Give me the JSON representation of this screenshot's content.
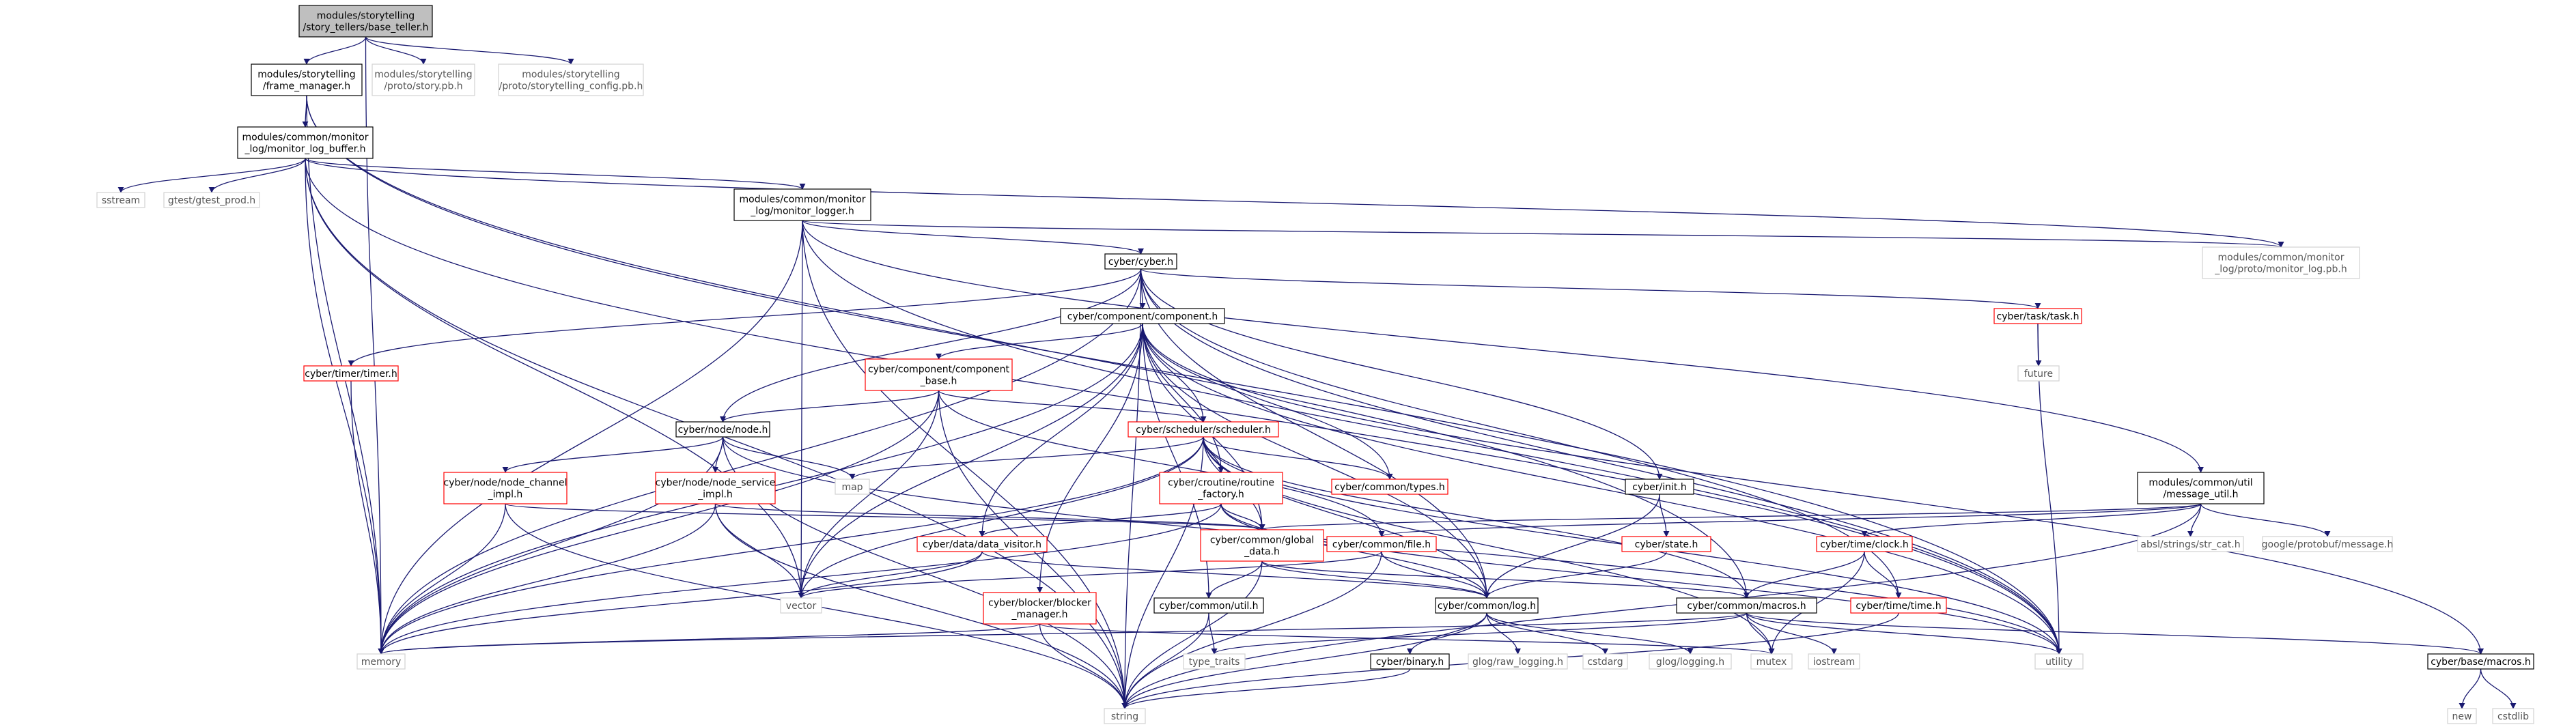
{
  "colors": {
    "edge": "#191970",
    "root_fill": "#bfbfbf",
    "root_stroke": "#000000",
    "documented_stroke": "#000000",
    "undocumented_stroke": "#ff0000",
    "external_stroke": "#d3d3d3",
    "external_text": "#555555",
    "text": "#000000"
  },
  "nodes": [
    {
      "id": "base_teller",
      "lines": [
        "modules/storytelling",
        "/story_tellers/base_teller.h"
      ],
      "kind": "root"
    },
    {
      "id": "frame_manager",
      "lines": [
        "modules/storytelling",
        "/frame_manager.h"
      ],
      "kind": "documented"
    },
    {
      "id": "story_pb",
      "lines": [
        "modules/storytelling",
        "/proto/story.pb.h"
      ],
      "kind": "external"
    },
    {
      "id": "storytelling_config_pb",
      "lines": [
        "modules/storytelling",
        "/proto/storytelling_config.pb.h"
      ],
      "kind": "external"
    },
    {
      "id": "monitor_log_buffer",
      "lines": [
        "modules/common/monitor",
        "_log/monitor_log_buffer.h"
      ],
      "kind": "documented"
    },
    {
      "id": "sstream",
      "lines": [
        "sstream"
      ],
      "kind": "external"
    },
    {
      "id": "gtest_prod",
      "lines": [
        "gtest/gtest_prod.h"
      ],
      "kind": "external"
    },
    {
      "id": "monitor_logger",
      "lines": [
        "modules/common/monitor",
        "_log/monitor_logger.h"
      ],
      "kind": "documented"
    },
    {
      "id": "monitor_log_pb",
      "lines": [
        "modules/common/monitor",
        "_log/proto/monitor_log.pb.h"
      ],
      "kind": "external"
    },
    {
      "id": "cyber_h",
      "lines": [
        "cyber/cyber.h"
      ],
      "kind": "documented"
    },
    {
      "id": "component",
      "lines": [
        "cyber/component/component.h"
      ],
      "kind": "documented"
    },
    {
      "id": "task",
      "lines": [
        "cyber/task/task.h"
      ],
      "kind": "undocumented"
    },
    {
      "id": "future",
      "lines": [
        "future"
      ],
      "kind": "external"
    },
    {
      "id": "timer",
      "lines": [
        "cyber/timer/timer.h"
      ],
      "kind": "undocumented"
    },
    {
      "id": "component_base",
      "lines": [
        "cyber/component/component",
        "_base.h"
      ],
      "kind": "undocumented"
    },
    {
      "id": "node",
      "lines": [
        "cyber/node/node.h"
      ],
      "kind": "documented"
    },
    {
      "id": "scheduler",
      "lines": [
        "cyber/scheduler/scheduler.h"
      ],
      "kind": "undocumented"
    },
    {
      "id": "init",
      "lines": [
        "cyber/init.h"
      ],
      "kind": "documented"
    },
    {
      "id": "message_util",
      "lines": [
        "modules/common/util",
        "/message_util.h"
      ],
      "kind": "documented"
    },
    {
      "id": "map",
      "lines": [
        "map"
      ],
      "kind": "external"
    },
    {
      "id": "types",
      "lines": [
        "cyber/common/types.h"
      ],
      "kind": "undocumented"
    },
    {
      "id": "node_channel_impl",
      "lines": [
        "cyber/node/node_channel",
        "_impl.h"
      ],
      "kind": "undocumented"
    },
    {
      "id": "node_service_impl",
      "lines": [
        "cyber/node/node_service",
        "_impl.h"
      ],
      "kind": "undocumented"
    },
    {
      "id": "routine_factory",
      "lines": [
        "cyber/croutine/routine",
        "_factory.h"
      ],
      "kind": "undocumented"
    },
    {
      "id": "state",
      "lines": [
        "cyber/state.h"
      ],
      "kind": "undocumented"
    },
    {
      "id": "str_cat",
      "lines": [
        "absl/strings/str_cat.h"
      ],
      "kind": "external"
    },
    {
      "id": "protobuf_message",
      "lines": [
        "google/protobuf/message.h"
      ],
      "kind": "external"
    },
    {
      "id": "clock",
      "lines": [
        "cyber/time/clock.h"
      ],
      "kind": "undocumented"
    },
    {
      "id": "data_visitor",
      "lines": [
        "cyber/data/data_visitor.h"
      ],
      "kind": "undocumented"
    },
    {
      "id": "global_data",
      "lines": [
        "cyber/common/global",
        "_data.h"
      ],
      "kind": "undocumented"
    },
    {
      "id": "file",
      "lines": [
        "cyber/common/file.h"
      ],
      "kind": "undocumented"
    },
    {
      "id": "vector",
      "lines": [
        "vector"
      ],
      "kind": "external"
    },
    {
      "id": "blocker_manager",
      "lines": [
        "cyber/blocker/blocker",
        "_manager.h"
      ],
      "kind": "undocumented"
    },
    {
      "id": "util",
      "lines": [
        "cyber/common/util.h"
      ],
      "kind": "documented"
    },
    {
      "id": "log",
      "lines": [
        "cyber/common/log.h"
      ],
      "kind": "documented"
    },
    {
      "id": "macros",
      "lines": [
        "cyber/common/macros.h"
      ],
      "kind": "documented"
    },
    {
      "id": "time",
      "lines": [
        "cyber/time/time.h"
      ],
      "kind": "undocumented"
    },
    {
      "id": "memory",
      "lines": [
        "memory"
      ],
      "kind": "external"
    },
    {
      "id": "type_traits",
      "lines": [
        "type_traits"
      ],
      "kind": "external"
    },
    {
      "id": "binary",
      "lines": [
        "cyber/binary.h"
      ],
      "kind": "documented"
    },
    {
      "id": "raw_logging",
      "lines": [
        "glog/raw_logging.h"
      ],
      "kind": "external"
    },
    {
      "id": "cstdarg",
      "lines": [
        "cstdarg"
      ],
      "kind": "external"
    },
    {
      "id": "glog_logging",
      "lines": [
        "glog/logging.h"
      ],
      "kind": "external"
    },
    {
      "id": "mutex",
      "lines": [
        "mutex"
      ],
      "kind": "external"
    },
    {
      "id": "iostream",
      "lines": [
        "iostream"
      ],
      "kind": "external"
    },
    {
      "id": "utility",
      "lines": [
        "utility"
      ],
      "kind": "external"
    },
    {
      "id": "base_macros",
      "lines": [
        "cyber/base/macros.h"
      ],
      "kind": "documented"
    },
    {
      "id": "new",
      "lines": [
        "new"
      ],
      "kind": "external"
    },
    {
      "id": "cstdlib",
      "lines": [
        "cstdlib"
      ],
      "kind": "external"
    },
    {
      "id": "string",
      "lines": [
        "string"
      ],
      "kind": "external"
    }
  ],
  "edges": [
    [
      "base_teller",
      "frame_manager"
    ],
    [
      "base_teller",
      "story_pb"
    ],
    [
      "base_teller",
      "storytelling_config_pb"
    ],
    [
      "base_teller",
      "memory"
    ],
    [
      "frame_manager",
      "monitor_log_buffer"
    ],
    [
      "frame_manager",
      "memory"
    ],
    [
      "frame_manager",
      "utility"
    ],
    [
      "frame_manager",
      "macros"
    ],
    [
      "monitor_log_buffer",
      "sstream"
    ],
    [
      "monitor_log_buffer",
      "gtest_prod"
    ],
    [
      "monitor_log_buffer",
      "monitor_logger"
    ],
    [
      "monitor_log_buffer",
      "memory"
    ],
    [
      "monitor_log_buffer",
      "string"
    ],
    [
      "monitor_log_buffer",
      "vector"
    ],
    [
      "monitor_log_buffer",
      "monitor_log_pb"
    ],
    [
      "monitor_log_buffer",
      "utility"
    ],
    [
      "monitor_logger",
      "cyber_h"
    ],
    [
      "monitor_logger",
      "monitor_log_pb"
    ],
    [
      "monitor_logger",
      "memory"
    ],
    [
      "monitor_logger",
      "string"
    ],
    [
      "monitor_logger",
      "vector"
    ],
    [
      "monitor_logger",
      "message_util"
    ],
    [
      "monitor_logger",
      "utility"
    ],
    [
      "cyber_h",
      "component"
    ],
    [
      "cyber_h",
      "task"
    ],
    [
      "cyber_h",
      "timer"
    ],
    [
      "cyber_h",
      "node"
    ],
    [
      "cyber_h",
      "init"
    ],
    [
      "cyber_h",
      "log"
    ],
    [
      "cyber_h",
      "time"
    ],
    [
      "cyber_h",
      "memory"
    ],
    [
      "cyber_h",
      "string"
    ],
    [
      "cyber_h",
      "utility"
    ],
    [
      "task",
      "future"
    ],
    [
      "task",
      "utility"
    ],
    [
      "timer",
      "memory"
    ],
    [
      "component",
      "component_base"
    ],
    [
      "component",
      "scheduler"
    ],
    [
      "component",
      "types"
    ],
    [
      "component",
      "routine_factory"
    ],
    [
      "component",
      "data_visitor"
    ],
    [
      "component",
      "global_data"
    ],
    [
      "component",
      "blocker_manager"
    ],
    [
      "component",
      "util"
    ],
    [
      "component",
      "log"
    ],
    [
      "component",
      "vector"
    ],
    [
      "component",
      "memory"
    ],
    [
      "component",
      "utility"
    ],
    [
      "component",
      "base_macros"
    ],
    [
      "component_base",
      "node"
    ],
    [
      "component_base",
      "scheduler"
    ],
    [
      "component_base",
      "file"
    ],
    [
      "component_base",
      "vector"
    ],
    [
      "component_base",
      "memory"
    ],
    [
      "component_base",
      "string"
    ],
    [
      "node",
      "node_channel_impl"
    ],
    [
      "node",
      "node_service_impl"
    ],
    [
      "node",
      "map"
    ],
    [
      "node",
      "memory"
    ],
    [
      "node",
      "string"
    ],
    [
      "node",
      "utility"
    ],
    [
      "scheduler",
      "routine_factory"
    ],
    [
      "scheduler",
      "types"
    ],
    [
      "scheduler",
      "global_data"
    ],
    [
      "scheduler",
      "log"
    ],
    [
      "scheduler",
      "macros"
    ],
    [
      "scheduler",
      "map"
    ],
    [
      "scheduler",
      "vector"
    ],
    [
      "scheduler",
      "string"
    ],
    [
      "scheduler",
      "mutex"
    ],
    [
      "scheduler",
      "memory"
    ],
    [
      "scheduler",
      "utility"
    ],
    [
      "node_channel_impl",
      "global_data"
    ],
    [
      "node_channel_impl",
      "memory"
    ],
    [
      "node_channel_impl",
      "string"
    ],
    [
      "node_service_impl",
      "global_data"
    ],
    [
      "node_service_impl",
      "vector"
    ],
    [
      "node_service_impl",
      "memory"
    ],
    [
      "node_service_impl",
      "string"
    ],
    [
      "routine_factory",
      "data_visitor"
    ],
    [
      "routine_factory",
      "global_data"
    ],
    [
      "routine_factory",
      "log"
    ],
    [
      "routine_factory",
      "memory"
    ],
    [
      "routine_factory",
      "utility"
    ],
    [
      "init",
      "state"
    ],
    [
      "init",
      "log"
    ],
    [
      "state",
      "log"
    ],
    [
      "message_util",
      "clock"
    ],
    [
      "message_util",
      "str_cat"
    ],
    [
      "message_util",
      "protobuf_message"
    ],
    [
      "message_util",
      "file"
    ],
    [
      "message_util",
      "global_data"
    ],
    [
      "message_util",
      "string"
    ],
    [
      "clock",
      "macros"
    ],
    [
      "clock",
      "time"
    ],
    [
      "clock",
      "mutex"
    ],
    [
      "data_visitor",
      "log"
    ],
    [
      "data_visitor",
      "vector"
    ],
    [
      "data_visitor",
      "memory"
    ],
    [
      "global_data",
      "util"
    ],
    [
      "global_data",
      "file"
    ],
    [
      "global_data",
      "log"
    ],
    [
      "global_data",
      "macros"
    ],
    [
      "global_data",
      "string"
    ],
    [
      "file",
      "log"
    ],
    [
      "file",
      "string"
    ],
    [
      "file",
      "vector"
    ],
    [
      "blocker_manager",
      "mutex"
    ],
    [
      "blocker_manager",
      "string"
    ],
    [
      "blocker_manager",
      "memory"
    ],
    [
      "util",
      "type_traits"
    ],
    [
      "util",
      "string"
    ],
    [
      "log",
      "binary"
    ],
    [
      "log",
      "raw_logging"
    ],
    [
      "log",
      "cstdarg"
    ],
    [
      "log",
      "glog_logging"
    ],
    [
      "log",
      "string"
    ],
    [
      "binary",
      "string"
    ],
    [
      "macros",
      "base_macros"
    ],
    [
      "macros",
      "iostream"
    ],
    [
      "macros",
      "memory"
    ],
    [
      "macros",
      "mutex"
    ],
    [
      "macros",
      "type_traits"
    ],
    [
      "macros",
      "utility"
    ],
    [
      "time",
      "string"
    ],
    [
      "base_macros",
      "new"
    ],
    [
      "base_macros",
      "cstdlib"
    ]
  ]
}
